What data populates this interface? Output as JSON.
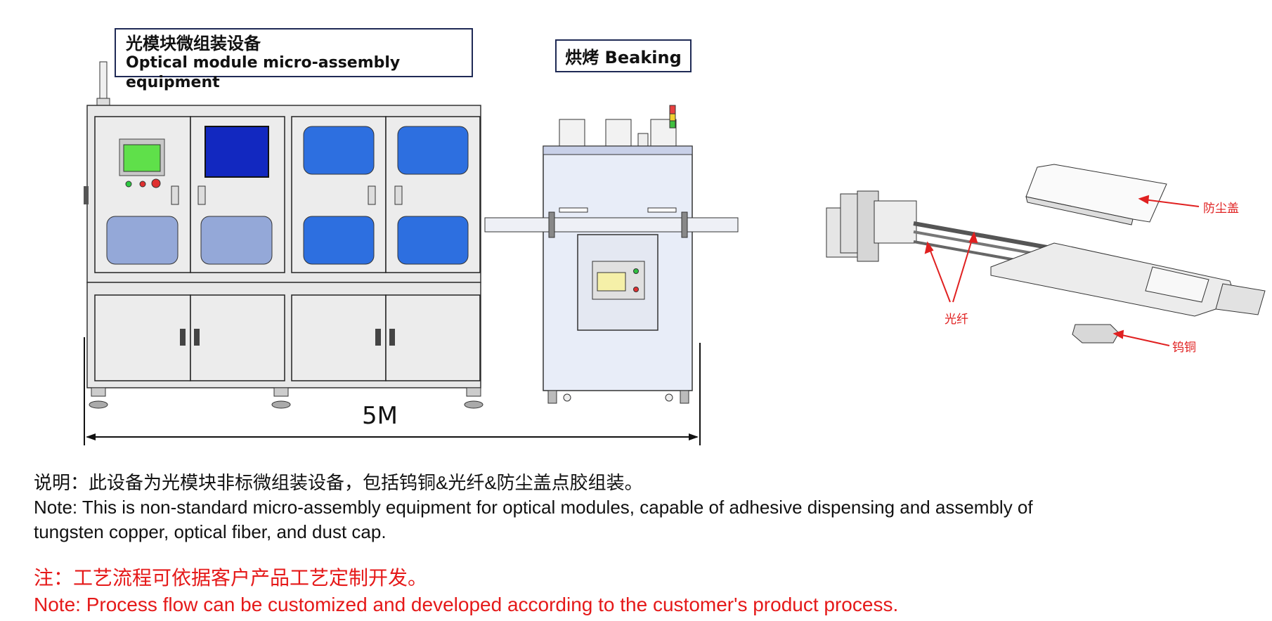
{
  "labels": {
    "assembly_zh": "光模块微组装设备",
    "assembly_en": "Optical module micro-assembly equipment",
    "beaking": "烘烤 Beaking",
    "dimension": "5M"
  },
  "callouts": {
    "dust_cap": "防尘盖",
    "fiber": "光纤",
    "tungsten_copper": "钨铜"
  },
  "notes": {
    "description_zh": "说明：此设备为光模块非标微组装设备，包括钨铜&光纤&防尘盖点胶组装。",
    "description_en_line1": "Note: This is non-standard micro-assembly equipment for optical modules, capable of adhesive dispensing and assembly of",
    "description_en_line2": "tungsten copper, optical fiber, and dust cap.",
    "process_zh": "注：工艺流程可依据客户产品工艺定制开发。",
    "process_en": "Note: Process flow can be customized and developed according to the customer's  product process."
  },
  "colors": {
    "label_border": "#1f2a55",
    "cabinet_body": "#e8e8e8",
    "window_blue": "#2d6fe0",
    "window_light": "#94a8d8",
    "screen_green": "#5fe04a",
    "screen_navy": "#1228c0",
    "oven_body": "#e8edf8",
    "callout_red": "#e02020",
    "note_red": "#e51919"
  }
}
